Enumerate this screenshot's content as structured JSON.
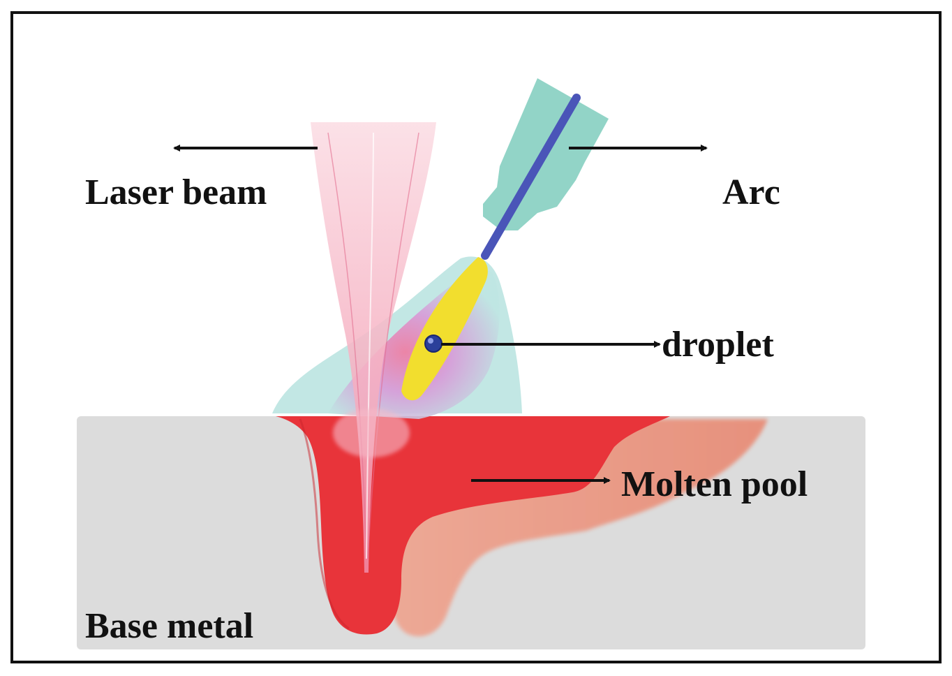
{
  "diagram": {
    "labels": {
      "laser_beam": "Laser beam",
      "arc": "Arc",
      "droplet": "droplet",
      "molten_pool": "Molten pool",
      "base_metal": "Base metal"
    },
    "colors": {
      "frame": "#111111",
      "base_metal": "#dcdcdc",
      "molten_pool": "#e8343a",
      "heat_zone": "#e87a6a",
      "laser_beam": "#f6b9c8",
      "arc_plasma": "#bfe6e3",
      "arc_core": "#f2de2e",
      "torch_nozzle": "#92d4c7",
      "wire": "#4a55b8",
      "droplet": "#2b3f9a",
      "arrow": "#111111"
    }
  }
}
